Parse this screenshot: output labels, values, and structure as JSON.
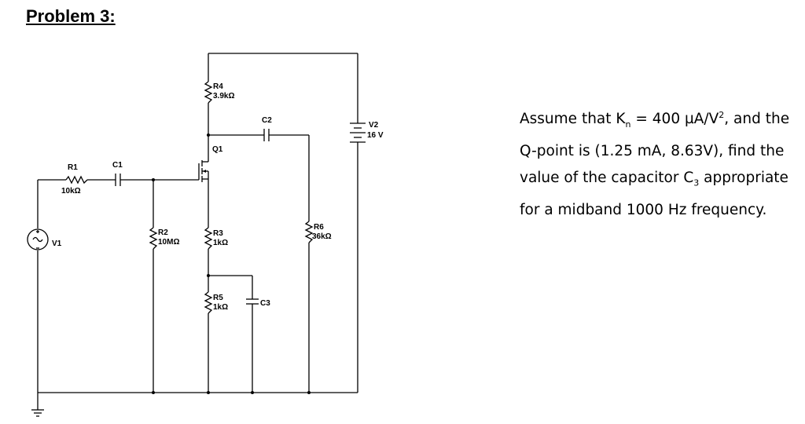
{
  "title": "Problem 3:",
  "components": {
    "r1": {
      "name": "R1",
      "value": "10kΩ"
    },
    "c1": {
      "name": "C1"
    },
    "v1": {
      "name": "V1"
    },
    "r2": {
      "name": "R2",
      "value": "10MΩ"
    },
    "r4": {
      "name": "R4",
      "value": "3.9kΩ"
    },
    "q1": {
      "name": "Q1"
    },
    "r3": {
      "name": "R3",
      "value": "1kΩ"
    },
    "r5": {
      "name": "R5",
      "value": "1kΩ"
    },
    "c3": {
      "name": "C3"
    },
    "c2": {
      "name": "C2"
    },
    "r6": {
      "name": "R6",
      "value": "36kΩ"
    },
    "v2": {
      "name": "V2",
      "value": "16 V"
    }
  },
  "problem": {
    "part1": "Assume that K",
    "k_sub": "n",
    "part2": " = 400 µA/V",
    "sq": "2",
    "part3": ", and the Q-point is (1.25 mA, 8.63V), find the value of the capacitor C",
    "c_sub": "3",
    "part4": " appropriate for a midband 1000 Hz frequency."
  }
}
